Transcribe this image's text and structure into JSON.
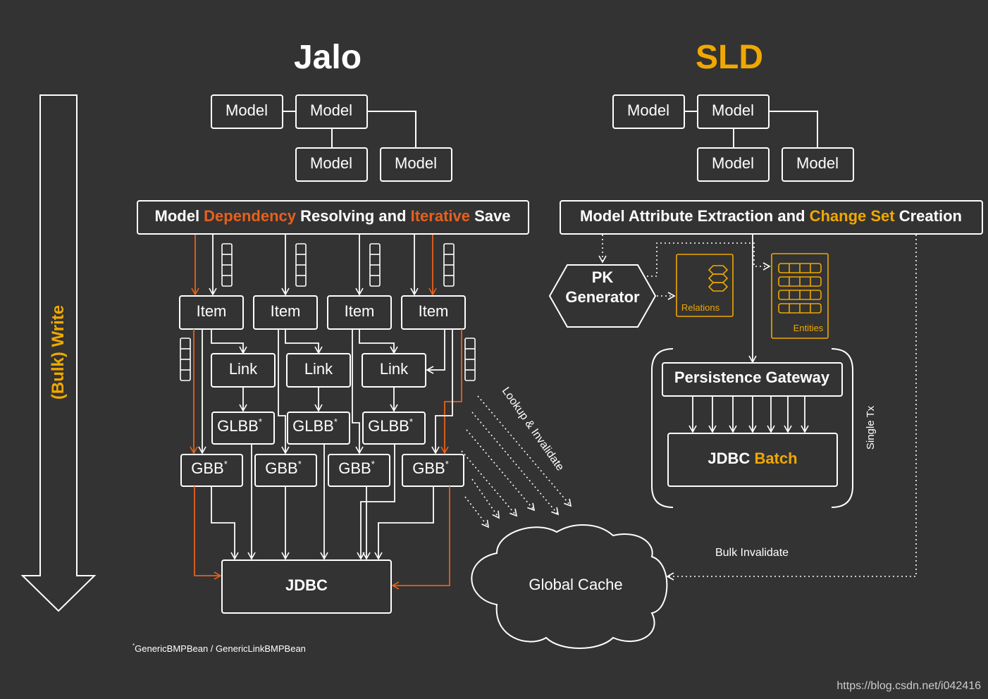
{
  "titles": {
    "jalo": "Jalo",
    "sld": "SLD"
  },
  "write_arrow_label": "(Bulk) Write",
  "model_label": "Model",
  "jalo": {
    "resolve_bar": {
      "part1": "Model ",
      "part2": "Dependency",
      "part3": " Resolving and ",
      "part4": "Iterative",
      "part5": " Save"
    },
    "item_label": "Item",
    "link_label": "Link",
    "glbb_label": "GLBB",
    "gbb_label": "GBB",
    "star": "*",
    "jdbc_label": "JDBC",
    "footnote": "GenericBMPBean / GenericLinkBMPBean",
    "footnote_star": "*"
  },
  "sld": {
    "extract_bar": {
      "part1": "Model Attribute Extraction and ",
      "part2": "Change Set",
      "part3": " Creation"
    },
    "pk_generator": {
      "line1": "PK",
      "line2": "Generator"
    },
    "relations_label": "Relations",
    "entities_label": "Entities",
    "persistence_gateway": "Persistence Gateway",
    "jdbc_batch": {
      "part1": "JDBC ",
      "part2": "Batch"
    },
    "single_tx": "Single Tx",
    "bulk_invalidate": "Bulk Invalidate"
  },
  "cache": {
    "label": "Global Cache",
    "lookup": "Lookup & Invalidate"
  },
  "watermark": "https://blog.csdn.net/i042416",
  "colors": {
    "background": "#333333",
    "line": "#ffffff",
    "orange": "#e8601c",
    "gold": "#f0a800"
  }
}
